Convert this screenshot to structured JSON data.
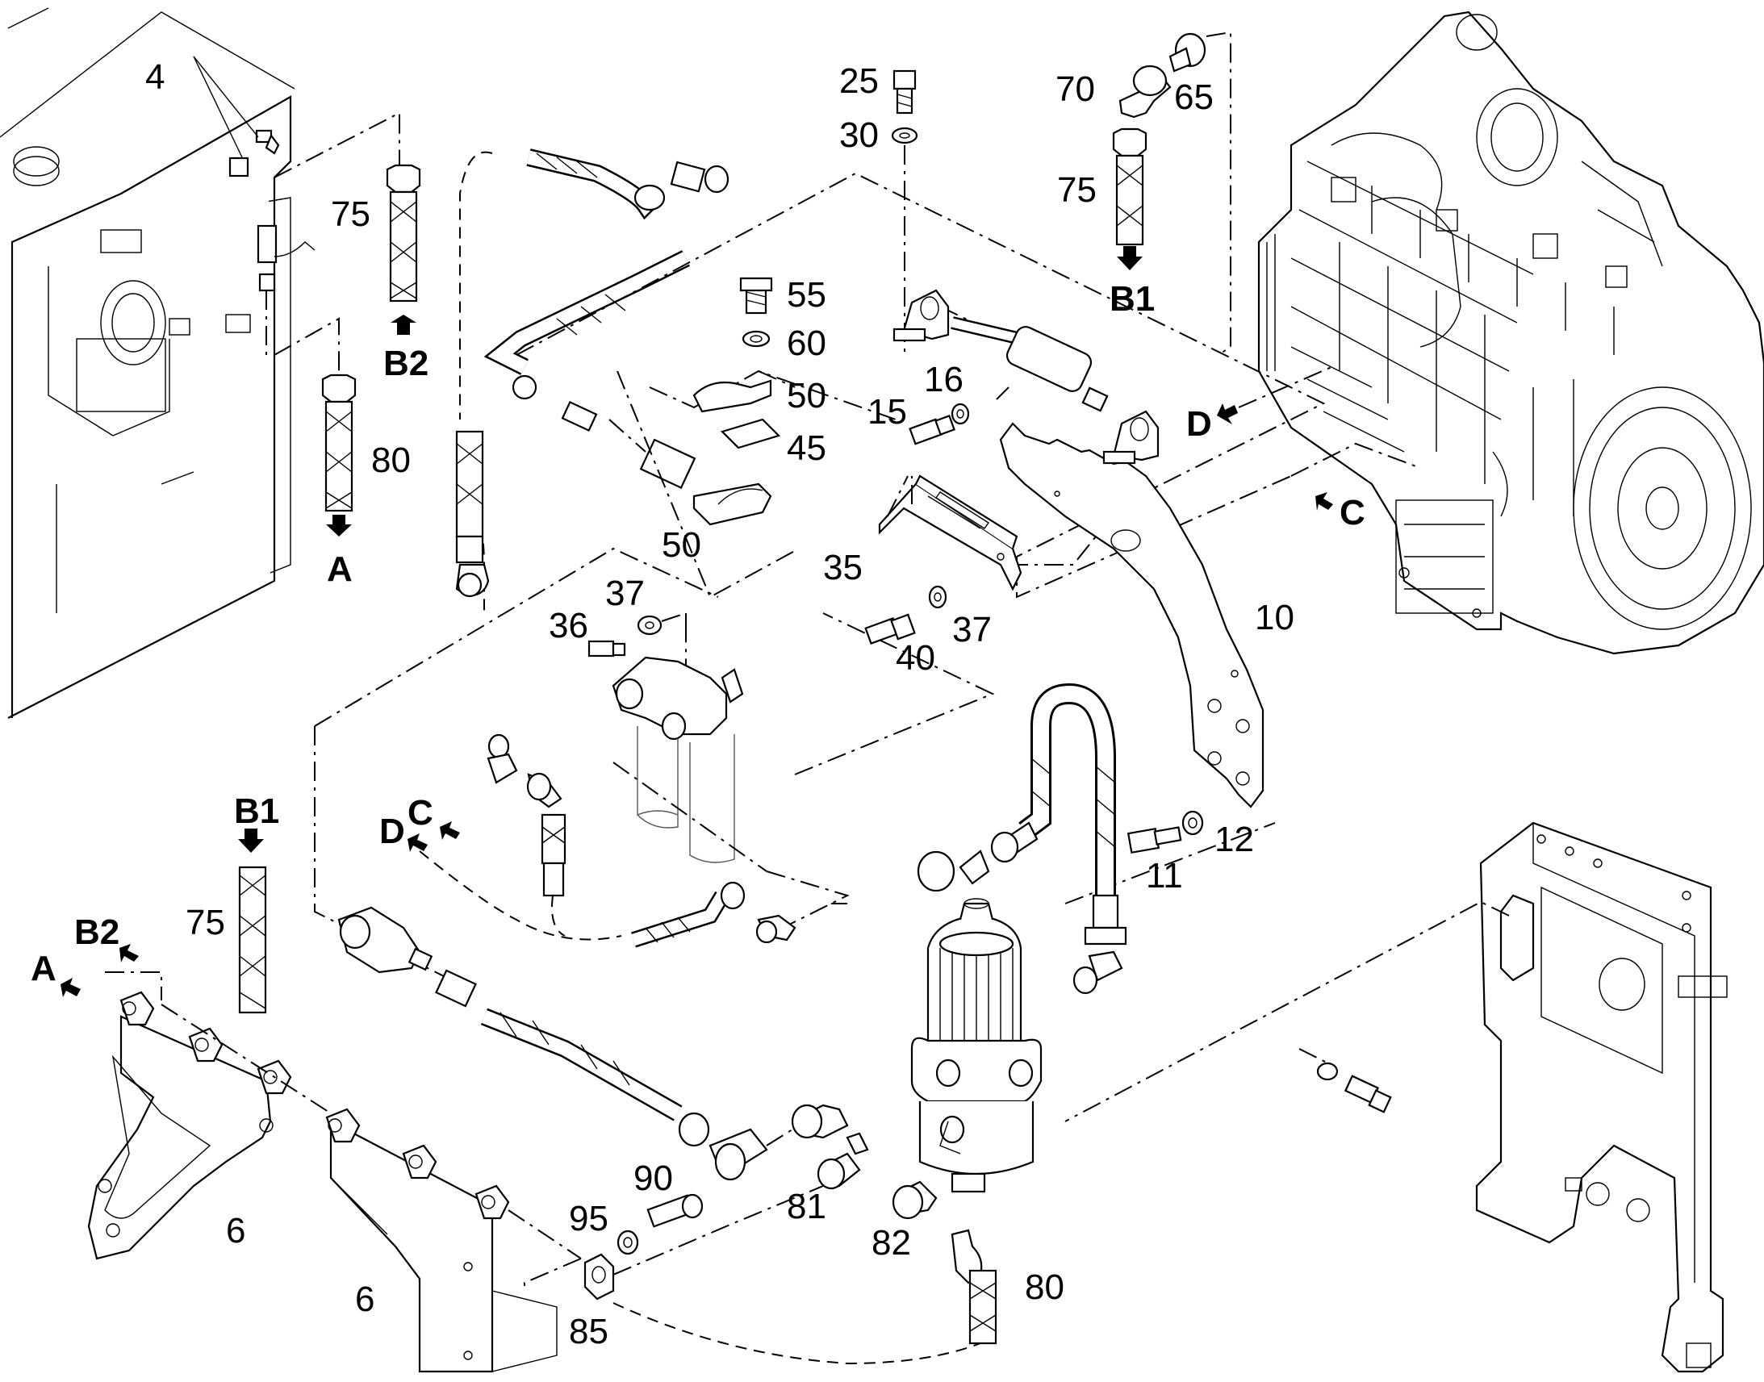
{
  "diagram": {
    "callouts": [
      {
        "id": "c4",
        "text": "4"
      },
      {
        "id": "c75a",
        "text": "75"
      },
      {
        "id": "c80a",
        "text": "80"
      },
      {
        "id": "cA1",
        "text": "A"
      },
      {
        "id": "cB2a",
        "text": "B2"
      },
      {
        "id": "c25",
        "text": "25"
      },
      {
        "id": "c30",
        "text": "30"
      },
      {
        "id": "c55",
        "text": "55"
      },
      {
        "id": "c60",
        "text": "60"
      },
      {
        "id": "c50a",
        "text": "50"
      },
      {
        "id": "c45",
        "text": "45"
      },
      {
        "id": "c50b",
        "text": "50"
      },
      {
        "id": "c35",
        "text": "35"
      },
      {
        "id": "c16",
        "text": "16"
      },
      {
        "id": "c15",
        "text": "15"
      },
      {
        "id": "c70",
        "text": "70"
      },
      {
        "id": "c65",
        "text": "65"
      },
      {
        "id": "c75b",
        "text": "75"
      },
      {
        "id": "cB1a",
        "text": "B1"
      },
      {
        "id": "cD1",
        "text": "D"
      },
      {
        "id": "cC1",
        "text": "C"
      },
      {
        "id": "c36",
        "text": "36"
      },
      {
        "id": "c37a",
        "text": "37"
      },
      {
        "id": "c40",
        "text": "40"
      },
      {
        "id": "c37b",
        "text": "37"
      },
      {
        "id": "c10",
        "text": "10"
      },
      {
        "id": "c11",
        "text": "11"
      },
      {
        "id": "c12",
        "text": "12"
      },
      {
        "id": "cB1b",
        "text": "B1"
      },
      {
        "id": "cC2",
        "text": "C"
      },
      {
        "id": "cD2",
        "text": "D"
      },
      {
        "id": "c75c",
        "text": "75"
      },
      {
        "id": "cB2b",
        "text": "B2"
      },
      {
        "id": "cA2",
        "text": "A"
      },
      {
        "id": "c6a",
        "text": "6"
      },
      {
        "id": "c6b",
        "text": "6"
      },
      {
        "id": "c90",
        "text": "90"
      },
      {
        "id": "c95",
        "text": "95"
      },
      {
        "id": "c85",
        "text": "85"
      },
      {
        "id": "c81",
        "text": "81"
      },
      {
        "id": "c82",
        "text": "82"
      },
      {
        "id": "c80b",
        "text": "80"
      }
    ]
  }
}
